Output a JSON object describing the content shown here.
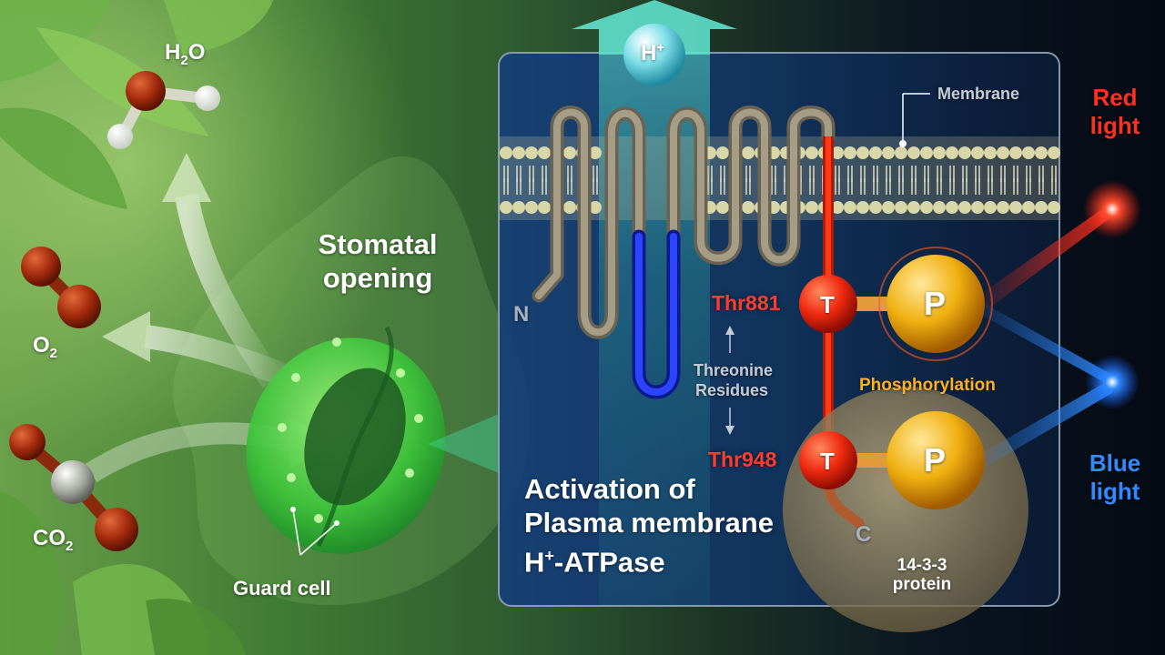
{
  "molecules": {
    "water": {
      "prefix": "H",
      "sub": "2",
      "suffix": "O"
    },
    "oxygen": {
      "prefix": "O",
      "sub": "2"
    },
    "carbon_dioxide": {
      "prefix": "CO",
      "sub": "2"
    }
  },
  "stomata": {
    "title_line1": "Stomatal",
    "title_line2": "opening",
    "guard_cell": "Guard cell"
  },
  "panel": {
    "title_line1": "Activation of",
    "title_line2": "Plasma membrane",
    "title_line3_prefix": "H",
    "title_line3_sup": "+",
    "title_line3_suffix": "-ATPase",
    "membrane_label": "Membrane",
    "proton": {
      "base": "H",
      "sup": "+"
    },
    "n_terminus": "N",
    "c_terminus": "C"
  },
  "residues": {
    "thr881": "Thr881",
    "thr948": "Thr948",
    "threonine_line1": "Threonine",
    "threonine_line2": "Residues",
    "t_letter": "T",
    "p_letter": "P",
    "phosphorylation": "Phosphorylation",
    "protein_line1": "14-3-3",
    "protein_line2": "protein"
  },
  "light": {
    "red_line1": "Red",
    "red_line2": "light",
    "blue_line1": "Blue",
    "blue_line2": "light"
  },
  "colors": {
    "background_green": "#4f8a3a",
    "panel_blue": "#143a6e",
    "membrane_lipid": "#d9d7a8",
    "helix_grey": "#8a8270",
    "helix_blue": "#1a2fd6",
    "threonine_red": "#ff2a10",
    "phosphate_gold": "#f2b312",
    "red_light": "#ff3020",
    "blue_light": "#2f8bff",
    "protein_tan": "#9a8b62"
  }
}
